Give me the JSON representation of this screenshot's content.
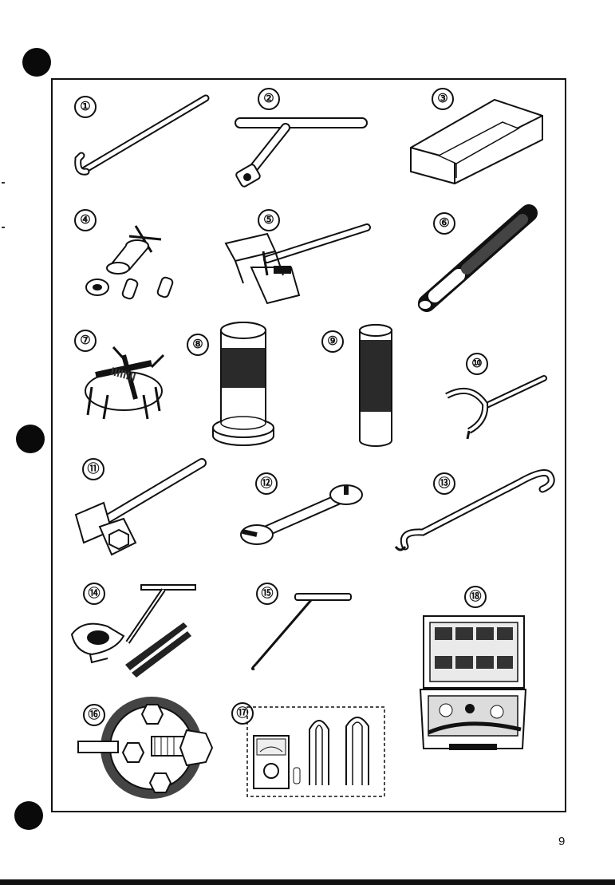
{
  "page": {
    "number": "9"
  },
  "tools": [
    {
      "label": "①",
      "icon": "hook-wrench-rod-icon"
    },
    {
      "label": "②",
      "icon": "t-socket-wrench-icon"
    },
    {
      "label": "③",
      "icon": "holder-block-icon"
    },
    {
      "label": "④",
      "icon": "bearing-puller-set-icon"
    },
    {
      "label": "⑤",
      "icon": "clutch-holder-icon"
    },
    {
      "label": "⑥",
      "icon": "socket-driver-icon"
    },
    {
      "label": "⑦",
      "icon": "flywheel-puller-icon"
    },
    {
      "label": "⑧",
      "icon": "bearing-installer-icon"
    },
    {
      "label": "⑨",
      "icon": "drift-cylinder-icon"
    },
    {
      "label": "⑩",
      "icon": "pin-spanner-icon"
    },
    {
      "label": "⑪",
      "icon": "box-spanner-icon"
    },
    {
      "label": "⑫",
      "icon": "open-wrench-icon"
    },
    {
      "label": "⑬",
      "icon": "hook-spanner-icon"
    },
    {
      "label": "⑭",
      "icon": "clamp-with-shims-icon"
    },
    {
      "label": "⑮",
      "icon": "t-hook-puller-icon"
    },
    {
      "label": "⑯",
      "icon": "rotor-puller-icon"
    },
    {
      "label": "⑰",
      "icon": "multimeter-kit-icon"
    },
    {
      "label": "⑱",
      "icon": "electro-tester-case-icon"
    }
  ]
}
